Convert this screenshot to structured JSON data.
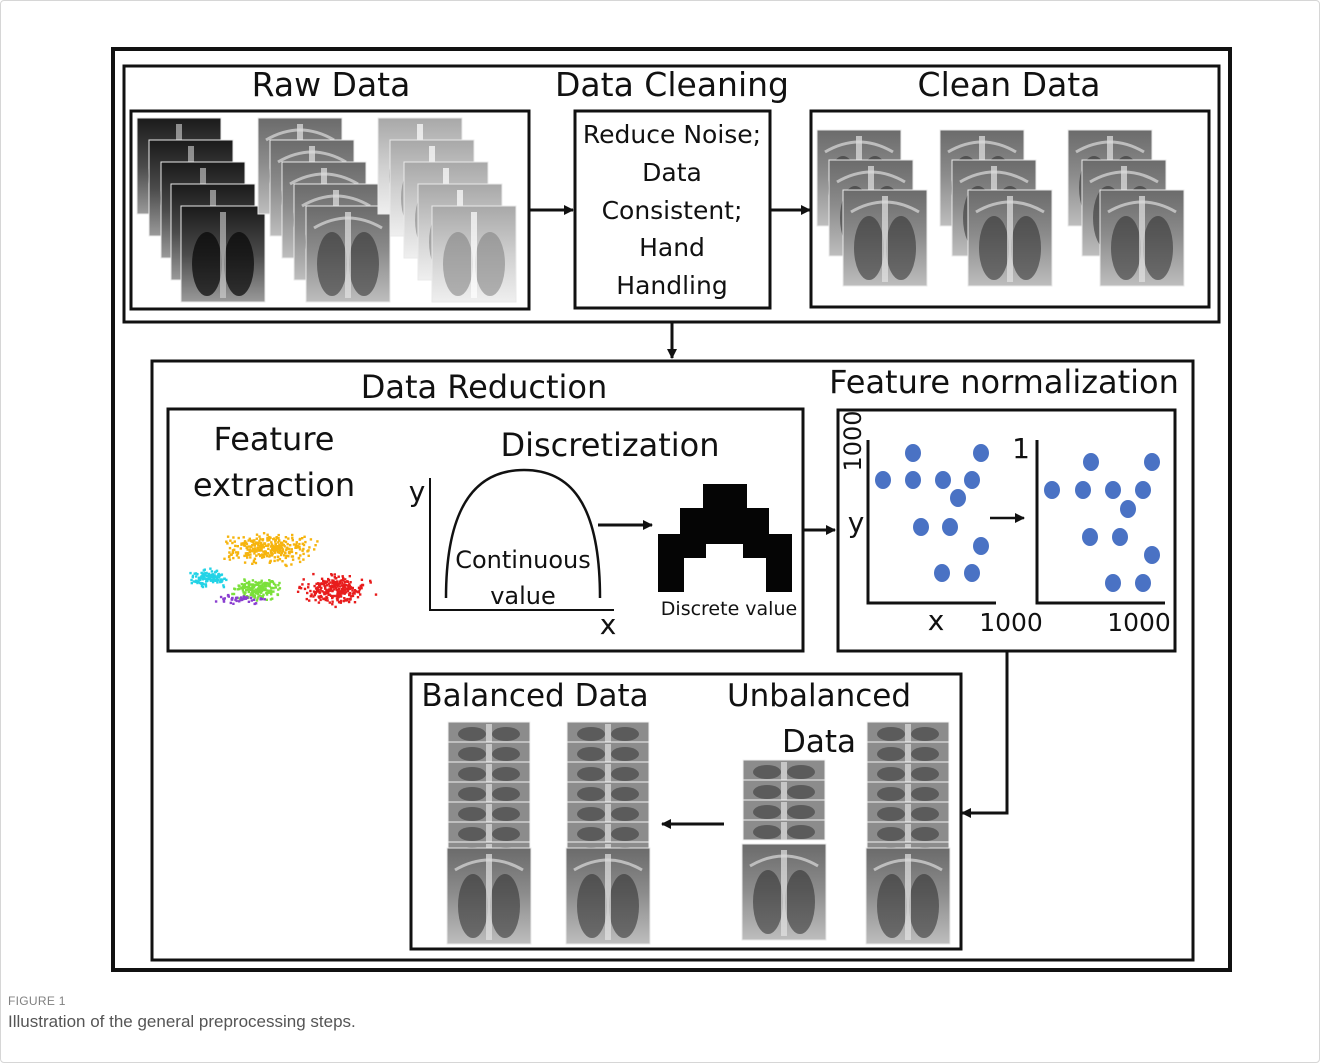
{
  "stages": {
    "raw_data": "Raw Data",
    "data_cleaning": "Data Cleaning",
    "clean_data": "Clean Data",
    "data_reduction": "Data Reduction",
    "feature_normalization": "Feature normalization",
    "balanced_data": "Balanced Data",
    "unbalanced_data_line1": "Unbalanced",
    "unbalanced_data_line2": "Data"
  },
  "cleaning_steps": [
    "Reduce Noise;",
    "Data",
    "Consistent;",
    "Hand",
    "Handling"
  ],
  "feature_extraction": {
    "line1": "Feature",
    "line2": "extraction"
  },
  "discretization": {
    "title": "Discretization",
    "axis_y": "y",
    "axis_x": "x",
    "continuous_line1": "Continuous",
    "continuous_line2": "value",
    "discrete_label": "Discrete value"
  },
  "normalization": {
    "left_y_max": "1000",
    "axis_y": "y",
    "axis_x": "x",
    "left_x_max": "1000",
    "right_y_max": "1",
    "right_x_max": "1000"
  },
  "caption": {
    "label": "FIGURE 1",
    "text": "Illustration of the general preprocessing steps."
  },
  "colors": {
    "line": "#111111",
    "dot": "#4a72c4",
    "scatter": [
      "#f6b40e",
      "#e81c1c",
      "#22d3e6",
      "#7be03b",
      "#8a3fd0"
    ]
  }
}
